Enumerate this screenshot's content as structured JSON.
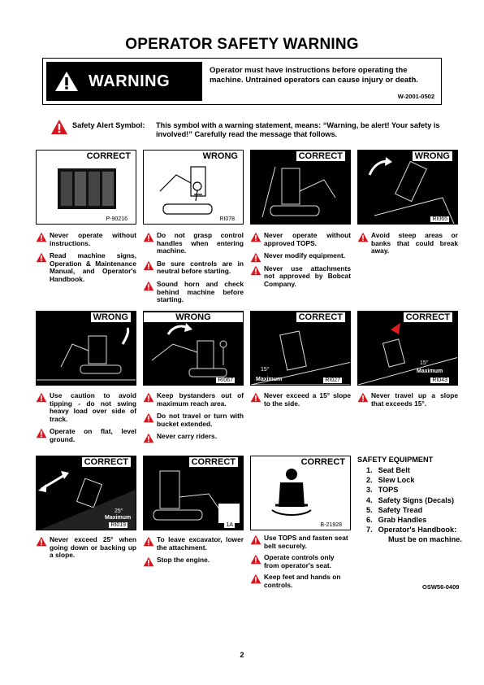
{
  "title": "OPERATOR SAFETY WARNING",
  "warning": {
    "word": "WARNING",
    "text": "Operator must have instructions before operating the machine. Untrained operators can cause injury or death.",
    "code": "W-2001-0502"
  },
  "alert": {
    "label": "Safety Alert Symbol:",
    "text": "This symbol with a warning statement, means: “Warning, be alert! Your safety is involved!” Carefully read the message that follows."
  },
  "panels": [
    {
      "label": "CORRECT",
      "code": "P-90216",
      "items": [
        "Never operate without instructions.",
        "Read machine signs, Operation & Maintenance Manual, and Operator's Handbook."
      ]
    },
    {
      "label": "WRONG",
      "code": "RI078",
      "items": [
        "Do not grasp control handles when entering machine.",
        "Be sure controls are in neutral before starting.",
        "Sound horn and check behind machine before starting."
      ]
    },
    {
      "label": "CORRECT",
      "code": "",
      "items": [
        "Never operate without approved TOPS.",
        "Never modify equipment.",
        "Never use attachments not approved by Bobcat Company."
      ]
    },
    {
      "label": "WRONG",
      "code": "RI065",
      "items": [
        "Avoid steep areas or banks that could break away."
      ]
    },
    {
      "label": "WRONG",
      "code": "",
      "items": [
        "Use caution to avoid tipping - do not swing heavy load over side of track.",
        "Operate on flat, level ground."
      ]
    },
    {
      "label": "WRONG",
      "code": "RI067",
      "items": [
        "Keep bystanders out of maximum reach area.",
        "Do not travel or turn with bucket extended.",
        "Never carry riders."
      ]
    },
    {
      "label": "CORRECT",
      "code": "RI027",
      "max": "Maximum",
      "deg": "15°",
      "items": [
        "Never exceed a 15° slope to the side."
      ]
    },
    {
      "label": "CORRECT",
      "code": "RI043",
      "max": "Maximum",
      "deg": "15°",
      "items": [
        "Never travel up a slope that exceeds 15°."
      ]
    },
    {
      "label": "CORRECT",
      "code": "RI019",
      "max": "Maximum",
      "deg": "25°",
      "items": [
        "Never exceed 25° when going down or backing up a slope."
      ]
    },
    {
      "label": "CORRECT",
      "code": "1A",
      "items": [
        "To leave excavator, lower the attachment.",
        "Stop the engine."
      ]
    },
    {
      "label": "CORRECT",
      "code": "B-21928",
      "items": [
        "Use TOPS and fasten seat belt securely.",
        "Operate controls only from operator's seat.",
        "Keep feet and hands on controls."
      ]
    }
  ],
  "safety_equipment": {
    "heading": "SAFETY EQUIPMENT",
    "items": [
      "Seat Belt",
      "Slew Lock",
      "TOPS",
      "Safety Signs (Decals)",
      "Safety Tread",
      "Grab Handles",
      "Operator's Handbook:"
    ],
    "numbers": [
      "1.",
      "2.",
      "3.",
      "4.",
      "5.",
      "6.",
      "7."
    ],
    "handbook_note": "Must be on machine."
  },
  "doc_code": "OSW56-0409",
  "page_number": "2"
}
